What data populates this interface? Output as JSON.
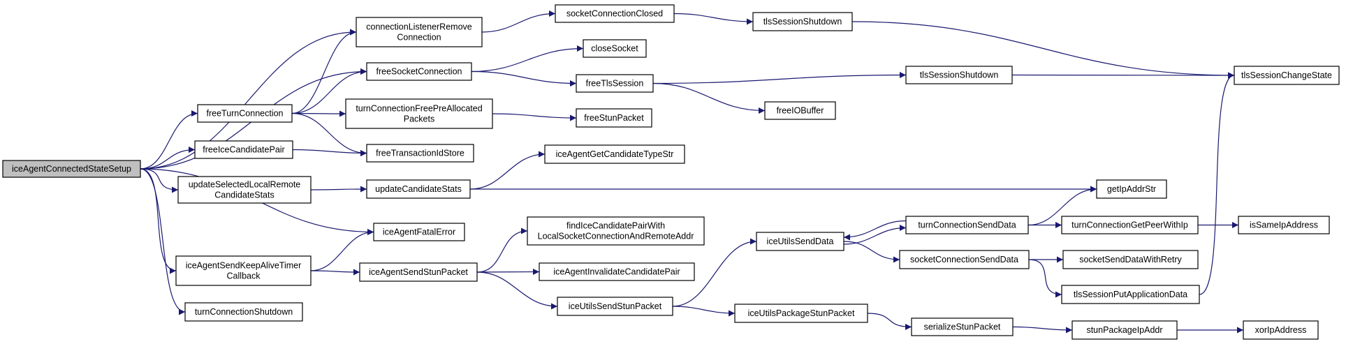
{
  "graph": {
    "edge_color": "#191970",
    "root_fill": "#bfbfbf",
    "nodes": [
      {
        "id": "iceAgentConnectedStateSetup",
        "lines": [
          "iceAgentConnectedStateSetup"
        ],
        "root": true
      },
      {
        "id": "connectionListenerRemoveConnection",
        "lines": [
          "connectionListenerRemove",
          "Connection"
        ]
      },
      {
        "id": "freeSocketConnection",
        "lines": [
          "freeSocketConnection"
        ]
      },
      {
        "id": "freeTurnConnection",
        "lines": [
          "freeTurnConnection"
        ]
      },
      {
        "id": "freeIceCandidatePair",
        "lines": [
          "freeIceCandidatePair"
        ]
      },
      {
        "id": "updateSelectedLocalRemoteCandidateStats",
        "lines": [
          "updateSelectedLocalRemote",
          "CandidateStats"
        ]
      },
      {
        "id": "iceAgentFatalError",
        "lines": [
          "iceAgentFatalError"
        ]
      },
      {
        "id": "iceAgentSendKeepAliveTimerCallback",
        "lines": [
          "iceAgentSendKeepAliveTimer",
          "Callback"
        ]
      },
      {
        "id": "turnConnectionShutdown",
        "lines": [
          "turnConnectionShutdown"
        ]
      },
      {
        "id": "turnConnectionFreePreAllocatedPackets",
        "lines": [
          "turnConnectionFreePreAllocated",
          "Packets"
        ]
      },
      {
        "id": "freeTransactionIdStore",
        "lines": [
          "freeTransactionIdStore"
        ]
      },
      {
        "id": "updateCandidateStats",
        "lines": [
          "updateCandidateStats"
        ]
      },
      {
        "id": "iceAgentSendStunPacket",
        "lines": [
          "iceAgentSendStunPacket"
        ]
      },
      {
        "id": "socketConnectionClosed",
        "lines": [
          "socketConnectionClosed"
        ]
      },
      {
        "id": "closeSocket",
        "lines": [
          "closeSocket"
        ]
      },
      {
        "id": "freeTlsSession",
        "lines": [
          "freeTlsSession"
        ]
      },
      {
        "id": "freeStunPacket",
        "lines": [
          "freeStunPacket"
        ]
      },
      {
        "id": "iceAgentGetCandidateTypeStr",
        "lines": [
          "iceAgentGetCandidateTypeStr"
        ]
      },
      {
        "id": "findIceCandidatePairWithLocalSocketConnectionAndRemoteAddr",
        "lines": [
          "findIceCandidatePairWith",
          "LocalSocketConnectionAndRemoteAddr"
        ]
      },
      {
        "id": "iceAgentInvalidateCandidatePair",
        "lines": [
          "iceAgentInvalidateCandidatePair"
        ]
      },
      {
        "id": "iceUtilsSendStunPacket",
        "lines": [
          "iceUtilsSendStunPacket"
        ]
      },
      {
        "id": "tlsSessionShutdown_1",
        "lines": [
          "tlsSessionShutdown"
        ]
      },
      {
        "id": "freeIOBuffer",
        "lines": [
          "freeIOBuffer"
        ]
      },
      {
        "id": "iceUtilsSendData",
        "lines": [
          "iceUtilsSendData"
        ]
      },
      {
        "id": "iceUtilsPackageStunPacket",
        "lines": [
          "iceUtilsPackageStunPacket"
        ]
      },
      {
        "id": "turnConnectionSendData",
        "lines": [
          "turnConnectionSendData"
        ]
      },
      {
        "id": "socketConnectionSendData",
        "lines": [
          "socketConnectionSendData"
        ]
      },
      {
        "id": "serializeStunPacket",
        "lines": [
          "serializeStunPacket"
        ]
      },
      {
        "id": "tlsSessionShutdown_2",
        "lines": [
          "tlsSessionShutdown"
        ]
      },
      {
        "id": "getIpAddrStr",
        "lines": [
          "getIpAddrStr"
        ]
      },
      {
        "id": "turnConnectionGetPeerWithIp",
        "lines": [
          "turnConnectionGetPeerWithIp"
        ]
      },
      {
        "id": "socketSendDataWithRetry",
        "lines": [
          "socketSendDataWithRetry"
        ]
      },
      {
        "id": "tlsSessionPutApplicationData",
        "lines": [
          "tlsSessionPutApplicationData"
        ]
      },
      {
        "id": "stunPackageIpAddr",
        "lines": [
          "stunPackageIpAddr"
        ]
      },
      {
        "id": "tlsSessionChangeState",
        "lines": [
          "tlsSessionChangeState"
        ]
      },
      {
        "id": "isSameIpAddress",
        "lines": [
          "isSameIpAddress"
        ]
      },
      {
        "id": "xorIpAddress",
        "lines": [
          "xorIpAddress"
        ]
      }
    ],
    "edges": [
      [
        "iceAgentConnectedStateSetup",
        "connectionListenerRemoveConnection"
      ],
      [
        "iceAgentConnectedStateSetup",
        "freeSocketConnection"
      ],
      [
        "iceAgentConnectedStateSetup",
        "freeTurnConnection"
      ],
      [
        "iceAgentConnectedStateSetup",
        "freeIceCandidatePair"
      ],
      [
        "iceAgentConnectedStateSetup",
        "updateSelectedLocalRemoteCandidateStats"
      ],
      [
        "iceAgentConnectedStateSetup",
        "iceAgentFatalError"
      ],
      [
        "iceAgentConnectedStateSetup",
        "iceAgentSendKeepAliveTimerCallback"
      ],
      [
        "iceAgentConnectedStateSetup",
        "turnConnectionShutdown"
      ],
      [
        "freeTurnConnection",
        "connectionListenerRemoveConnection"
      ],
      [
        "freeTurnConnection",
        "freeSocketConnection"
      ],
      [
        "freeTurnConnection",
        "turnConnectionFreePreAllocatedPackets"
      ],
      [
        "freeTurnConnection",
        "freeTransactionIdStore"
      ],
      [
        "freeIceCandidatePair",
        "freeTransactionIdStore"
      ],
      [
        "updateSelectedLocalRemoteCandidateStats",
        "updateCandidateStats"
      ],
      [
        "iceAgentSendKeepAliveTimerCallback",
        "iceAgentFatalError"
      ],
      [
        "iceAgentSendKeepAliveTimerCallback",
        "iceAgentSendStunPacket"
      ],
      [
        "connectionListenerRemoveConnection",
        "socketConnectionClosed"
      ],
      [
        "freeSocketConnection",
        "closeSocket"
      ],
      [
        "freeSocketConnection",
        "freeTlsSession"
      ],
      [
        "turnConnectionFreePreAllocatedPackets",
        "freeStunPacket"
      ],
      [
        "updateCandidateStats",
        "iceAgentGetCandidateTypeStr"
      ],
      [
        "updateCandidateStats",
        "getIpAddrStr"
      ],
      [
        "iceAgentSendStunPacket",
        "findIceCandidatePairWithLocalSocketConnectionAndRemoteAddr"
      ],
      [
        "iceAgentSendStunPacket",
        "iceAgentInvalidateCandidatePair"
      ],
      [
        "iceAgentSendStunPacket",
        "iceUtilsSendStunPacket"
      ],
      [
        "socketConnectionClosed",
        "tlsSessionShutdown_1"
      ],
      [
        "freeTlsSession",
        "tlsSessionShutdown_2"
      ],
      [
        "freeTlsSession",
        "freeIOBuffer"
      ],
      [
        "iceUtilsSendStunPacket",
        "iceUtilsSendData"
      ],
      [
        "iceUtilsSendStunPacket",
        "iceUtilsPackageStunPacket"
      ],
      [
        "tlsSessionShutdown_1",
        "tlsSessionChangeState"
      ],
      [
        "tlsSessionShutdown_2",
        "tlsSessionChangeState"
      ],
      [
        "iceUtilsSendData",
        "turnConnectionSendData"
      ],
      [
        "iceUtilsSendData",
        "socketConnectionSendData"
      ],
      [
        "turnConnectionSendData",
        "iceUtilsSendData"
      ],
      [
        "turnConnectionSendData",
        "getIpAddrStr"
      ],
      [
        "turnConnectionSendData",
        "turnConnectionGetPeerWithIp"
      ],
      [
        "iceUtilsPackageStunPacket",
        "serializeStunPacket"
      ],
      [
        "socketConnectionSendData",
        "socketSendDataWithRetry"
      ],
      [
        "socketConnectionSendData",
        "tlsSessionPutApplicationData"
      ],
      [
        "tlsSessionPutApplicationData",
        "tlsSessionChangeState"
      ],
      [
        "turnConnectionGetPeerWithIp",
        "isSameIpAddress"
      ],
      [
        "serializeStunPacket",
        "stunPackageIpAddr"
      ],
      [
        "stunPackageIpAddr",
        "xorIpAddress"
      ]
    ]
  }
}
